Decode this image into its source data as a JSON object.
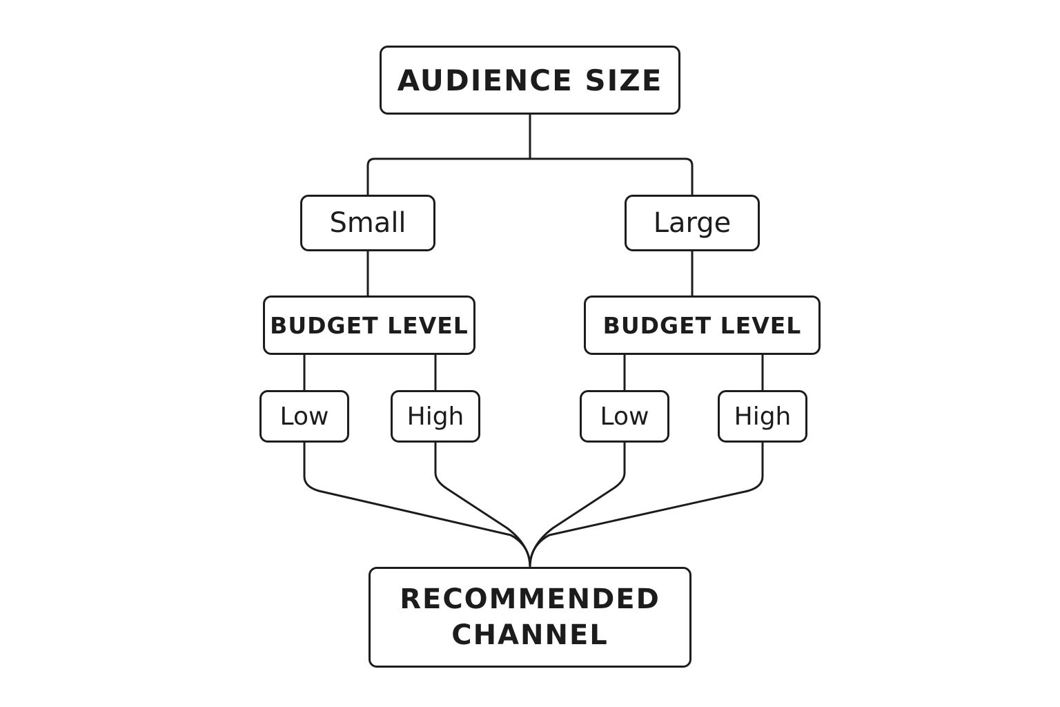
{
  "diagram": {
    "root": {
      "label": "AUDIENCE SIZE"
    },
    "branches": [
      {
        "size_label": "Small",
        "budget_label": "BUDGET LEVEL",
        "levels": [
          "Low",
          "High"
        ]
      },
      {
        "size_label": "Large",
        "budget_label": "BUDGET LEVEL",
        "levels": [
          "Low",
          "High"
        ]
      }
    ],
    "result": {
      "label": "RECOMMENDED\nCHANNEL"
    }
  },
  "colors": {
    "stroke": "#1c1c1c",
    "background": "#ffffff"
  }
}
